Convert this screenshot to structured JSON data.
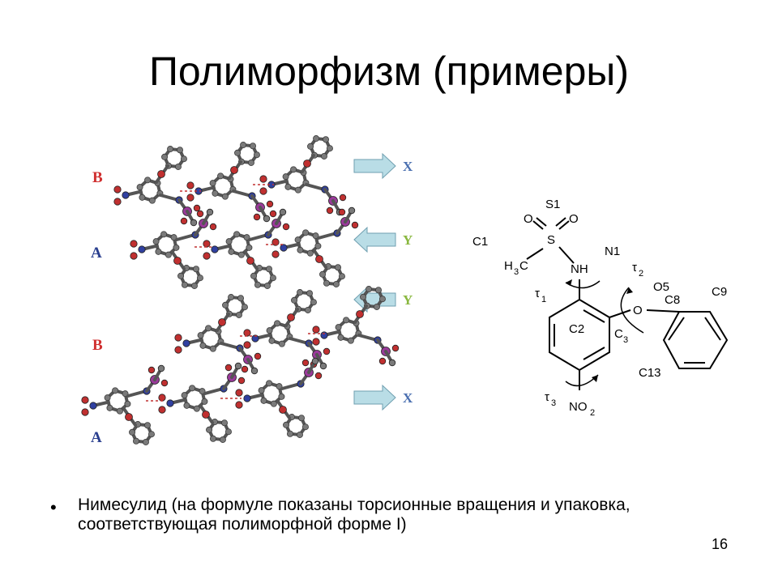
{
  "slide": {
    "title": "Полиморфизм (примеры)",
    "bullet": "Нимесулид (на формуле показаны торсионные вращения и упаковка, соответствующая полиморфной форме I)",
    "page_number": "16"
  },
  "packing": {
    "layer_labels": [
      "B",
      "A",
      "B",
      "A"
    ],
    "arrow_labels": [
      "X",
      "Y",
      "Y",
      "X"
    ],
    "colors": {
      "B": "#d03030",
      "A": "#2a3f8f",
      "X": "#4a6fb0",
      "Y": "#8ab840",
      "arrow_fill": "#b9dde6",
      "arrow_stroke": "#6f9fb0"
    }
  },
  "structure": {
    "atoms": {
      "S1": "S1",
      "S": "S",
      "O": "O",
      "C1": "C1",
      "N1": "N1",
      "NH": "NH",
      "H": "H",
      "C": "C",
      "three": "3",
      "C2": "C2",
      "O5": "O5",
      "C8": "C8",
      "C9": "C9",
      "C13": "C13",
      "NO": "NO",
      "two": "2"
    },
    "torsions": {
      "tau": "τ",
      "t1": "1",
      "t2": "2",
      "t3": "3"
    },
    "c3": "C",
    "c3sub": "3"
  }
}
